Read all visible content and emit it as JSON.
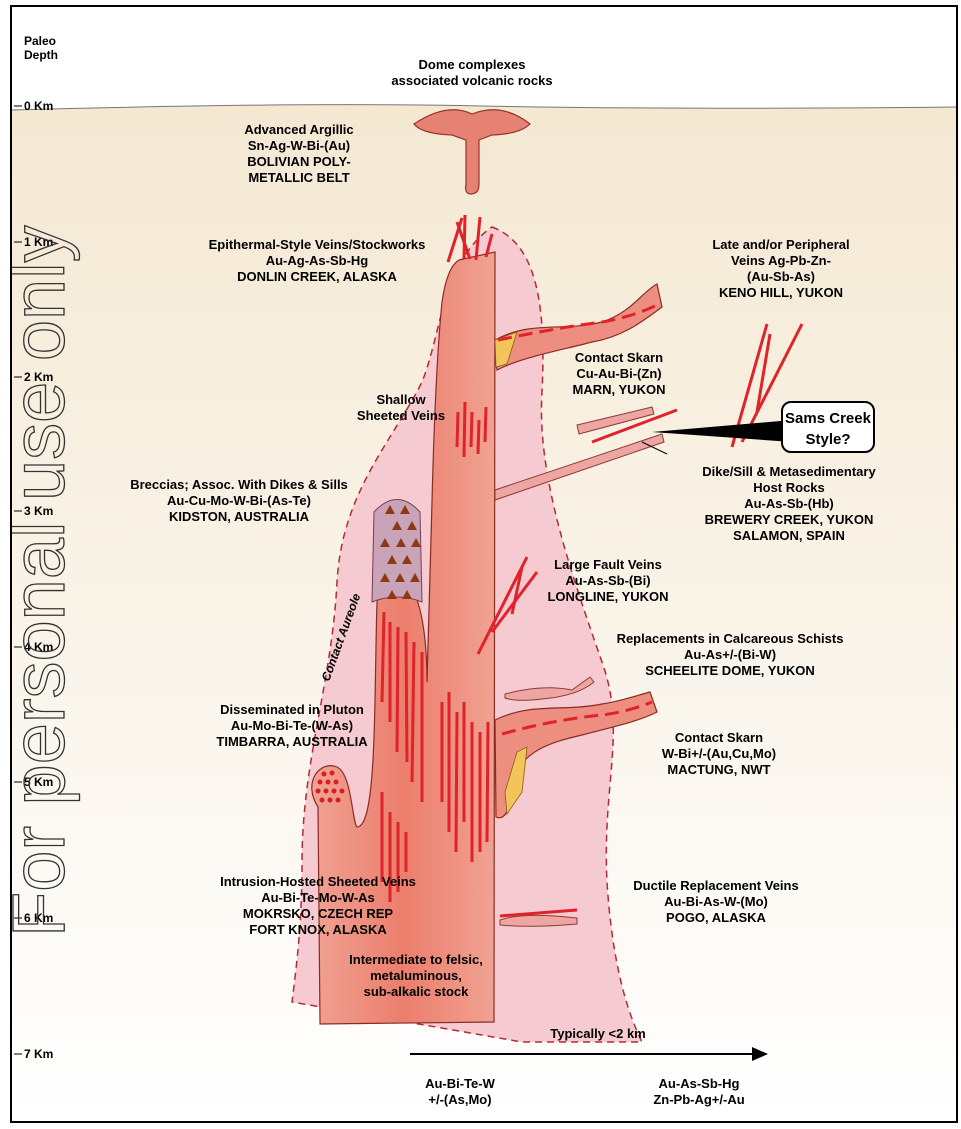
{
  "axis": {
    "title_line1": "Paleo",
    "title_line2": "Depth",
    "ticks": [
      "0 Km",
      "1 Km",
      "2 Km",
      "3 Km",
      "4 Km",
      "5 Km",
      "6 Km",
      "7 Km"
    ]
  },
  "labels": {
    "dome": [
      "Dome complexes",
      "associated volcanic rocks"
    ],
    "argillic": [
      "Advanced Argillic",
      "Sn-Ag-W-Bi-(Au)",
      "BOLIVIAN POLY-",
      "METALLIC BELT"
    ],
    "epithermal": [
      "Epithermal-Style Veins/Stockworks",
      "Au-Ag-As-Sb-Hg",
      "DONLIN CREEK, ALASKA"
    ],
    "peripheral": [
      "Late and/or Peripheral",
      "Veins Ag-Pb-Zn-",
      "(Au-Sb-As)",
      "KENO HILL, YUKON"
    ],
    "skarn1": [
      "Contact Skarn",
      "Cu-Au-Bi-(Zn)",
      "MARN, YUKON"
    ],
    "shallow": [
      "Shallow",
      "Sheeted Veins"
    ],
    "callout": [
      "Sams Creek",
      "Style?"
    ],
    "dike": [
      "Dike/Sill & Metasedimentary",
      "Host Rocks",
      "Au-As-Sb-(Hb)",
      "BREWERY CREEK, YUKON",
      "SALAMON, SPAIN"
    ],
    "breccias": [
      "Breccias; Assoc. With Dikes & Sills",
      "Au-Cu-Mo-W-Bi-(As-Te)",
      "KIDSTON, AUSTRALIA"
    ],
    "fault": [
      "Large Fault Veins",
      "Au-As-Sb-(Bi)",
      "LONGLINE, YUKON"
    ],
    "aureole": "Contact Aureole",
    "replace": [
      "Replacements in Calcareous Schists",
      "Au-As+/-(Bi-W)",
      "SCHEELITE DOME, YUKON"
    ],
    "dissem": [
      "Disseminated in Pluton",
      "Au-Mo-Bi-Te-(W-As)",
      "TIMBARRA, AUSTRALIA"
    ],
    "skarn2": [
      "Contact Skarn",
      "W-Bi+/-(Au,Cu,Mo)",
      "MACTUNG, NWT"
    ],
    "intrusion": [
      "Intrusion-Hosted Sheeted Veins",
      "Au-Bi-Te-Mo-W-As",
      "MOKRSKO, CZECH REP",
      "FORT KNOX, ALASKA"
    ],
    "ductile": [
      "Ductile Replacement Veins",
      "Au-Bi-As-W-(Mo)",
      "POGO, ALASKA"
    ],
    "stock": [
      "Intermediate to felsic,",
      "metaluminous,",
      "sub-alkalic stock"
    ],
    "typically": "Typically <2 km",
    "left_assoc": [
      "Au-Bi-Te-W",
      "+/-(As,Mo)"
    ],
    "right_assoc": [
      "Au-As-Sb-Hg",
      "Zn-Pb-Ag+/-Au"
    ]
  },
  "watermark": "For personal use only",
  "colors": {
    "sky_top": "#ffffff",
    "ground_top": "#f5ebd8",
    "ground_bottom": "#ffffff",
    "aureole": "#f7cdd4",
    "pluton": "#ef8b7b",
    "vein": "#e0232a",
    "breccia": "#c9a3b8",
    "skarn": "#f2c45a"
  }
}
